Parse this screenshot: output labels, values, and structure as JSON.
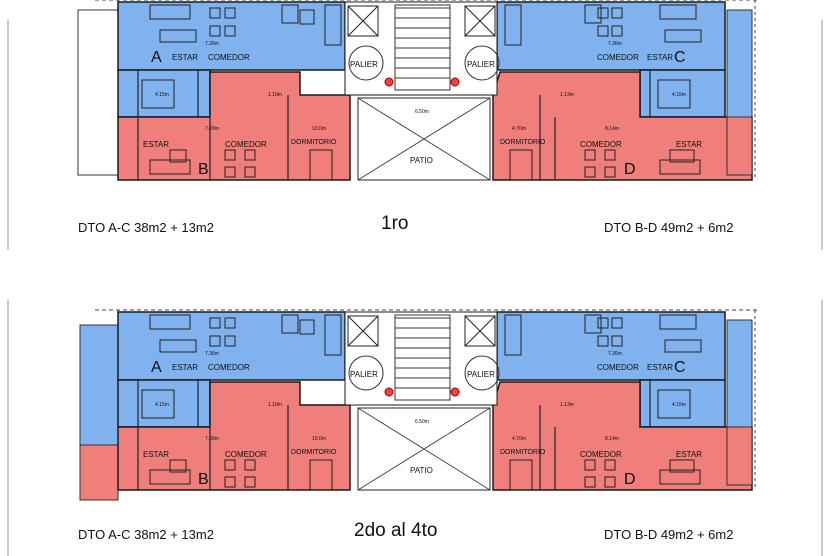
{
  "plans": [
    {
      "floor_label": "1ro",
      "caption_left": "DTO A-C 38m2 + 13m2",
      "caption_right": "DTO B-D 49m2 + 6m2",
      "left_balcony": "white"
    },
    {
      "floor_label": "2do al 4to",
      "caption_left": "DTO A-C 38m2 + 13m2",
      "caption_right": "DTO B-D 49m2 + 6m2",
      "left_balcony": "colored"
    }
  ],
  "labels": {
    "unit_a": "A",
    "unit_b": "B",
    "unit_c": "C",
    "unit_d": "D",
    "estar": "ESTAR",
    "comedor": "COMEDOR",
    "dormitorio": "DORMITORIO",
    "palier": "PALIER",
    "patio": "PATIO",
    "dim_736": "7.36m",
    "dim_415": "4.15m",
    "dim_110": "1.10m",
    "dim_709": "7.09m",
    "dim_100": "10.0m",
    "dim_650": "6.50m",
    "dim_814": "8.14m",
    "dim_470": "4.70m",
    "dim_113": "1.13m"
  },
  "colors": {
    "blue": "#7fb2ef",
    "red": "#f07e7a",
    "line": "#1a1a1a"
  }
}
